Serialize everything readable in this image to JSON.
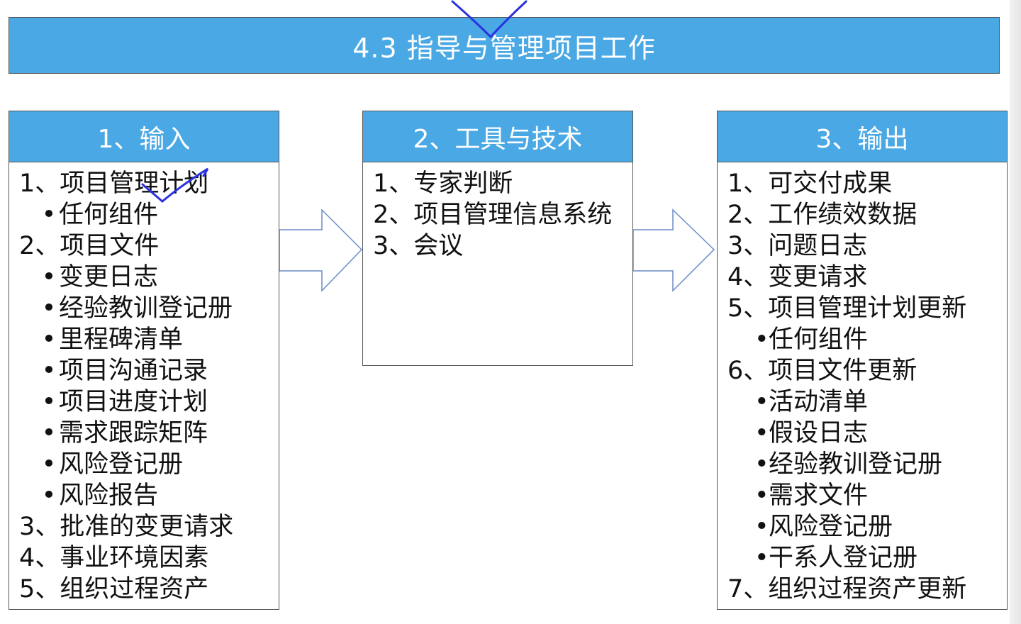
{
  "title": "4.3  指导与管理项目工作",
  "inputs": {
    "header": "1、输入",
    "items": [
      "1、项目管理计划",
      "任何组件",
      "2、项目文件",
      "变更日志",
      "经验教训登记册",
      "里程碑清单",
      "项目沟通记录",
      "项目进度计划",
      "需求跟踪矩阵",
      "风险登记册",
      "风险报告",
      "3、批准的变更请求",
      "4、事业环境因素",
      "5、组织过程资产"
    ]
  },
  "tools": {
    "header": "2、工具与技术",
    "items": [
      "1、专家判断",
      "2、项目管理信息系统",
      "3、会议"
    ]
  },
  "outputs": {
    "header": "3、输出",
    "items": [
      "1、可交付成果",
      "2、工作绩效数据",
      "3、问题日志",
      "4、变更请求",
      "5、项目管理计划更新",
      "任何组件",
      "6、项目文件更新",
      "活动清单",
      "假设日志",
      "经验教训登记册",
      "需求文件",
      "风险登记册",
      "干系人登记册",
      "7、组织过程资产更新"
    ]
  },
  "colors": {
    "header_blue": "#4aa8e4",
    "arrow_stroke": "#6a8cc7",
    "annotation_ink": "#2a32e0"
  }
}
